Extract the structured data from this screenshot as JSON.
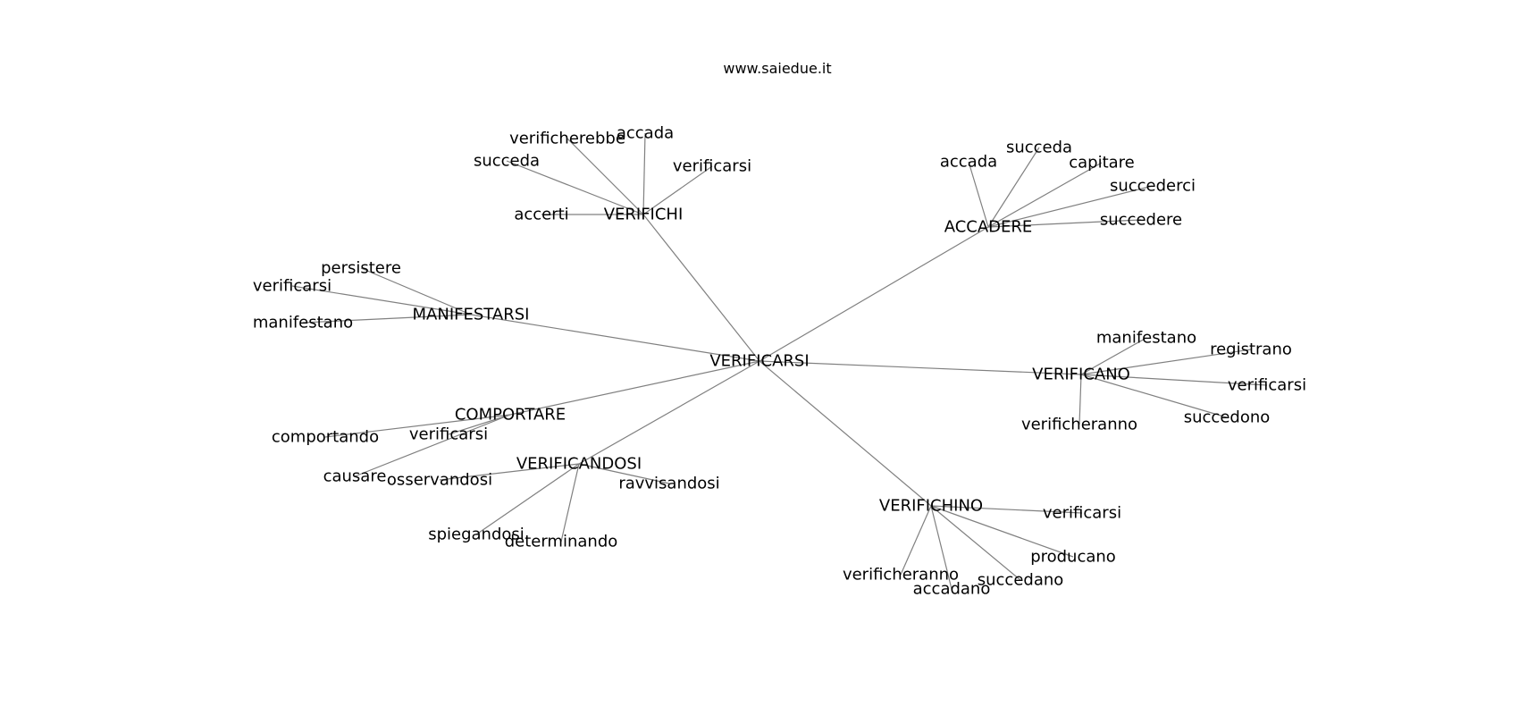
{
  "source": "www.saiedue.it",
  "root": "VERIFICARSI",
  "clusters": [
    {
      "id": "verifichi",
      "label": "VERIFICHI",
      "children": [
        "verificherebbe",
        "accada",
        "succeda",
        "verificarsi",
        "accerti"
      ]
    },
    {
      "id": "accadere",
      "label": "ACCADERE",
      "children": [
        "accada",
        "succeda",
        "capitare",
        "succederci",
        "succedere"
      ]
    },
    {
      "id": "manifestarsi",
      "label": "MANIFESTARSI",
      "children": [
        "persistere",
        "verificarsi",
        "manifestano"
      ]
    },
    {
      "id": "verificano",
      "label": "VERIFICANO",
      "children": [
        "manifestano",
        "registrano",
        "verificarsi",
        "verificheranno",
        "succedono"
      ]
    },
    {
      "id": "comportare",
      "label": "COMPORTARE",
      "children": [
        "comportando",
        "verificarsi",
        "causare"
      ]
    },
    {
      "id": "verificandosi",
      "label": "VERIFICANDOSI",
      "children": [
        "osservandosi",
        "ravvisandosi",
        "spiegandosi",
        "determinando"
      ]
    },
    {
      "id": "verifichino",
      "label": "VERIFICHINO",
      "children": [
        "verificarsi",
        "producano",
        "verificheranno",
        "accadano",
        "succedano"
      ]
    }
  ]
}
